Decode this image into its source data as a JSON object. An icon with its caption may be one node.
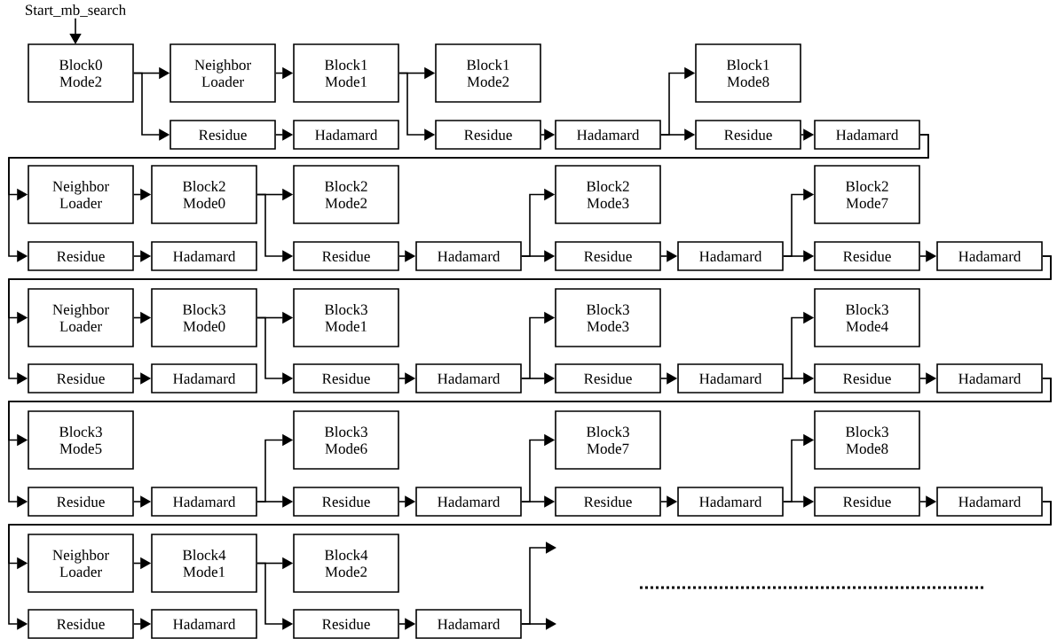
{
  "diagram": {
    "nodes": [
      {
        "text": [
          "Start_mb_search"
        ]
      },
      {
        "text": [
          "Block0 Mode2"
        ]
      },
      {
        "text": [
          "Neighbor Loader"
        ]
      },
      {
        "text": [
          "Block1 Mode1"
        ]
      },
      {
        "text": [
          "Block1 Mode2"
        ]
      },
      {
        "text": [
          "Block1 Mode8"
        ]
      },
      {
        "text": [
          "Residue"
        ]
      },
      {
        "text": [
          "Hadamard"
        ]
      },
      {
        "text": [
          "Residue"
        ]
      },
      {
        "text": [
          "Hadamard"
        ]
      },
      {
        "text": [
          "Residue"
        ]
      },
      {
        "text": [
          "Hadamard"
        ]
      },
      {
        "text": [
          "Neighbor Loader"
        ]
      },
      {
        "text": [
          "Block2 Mode0"
        ]
      },
      {
        "text": [
          "Block2 Mode2"
        ]
      },
      {
        "text": [
          "Block2 Mode3"
        ]
      },
      {
        "text": [
          "Block2 Mode7"
        ]
      },
      {
        "text": [
          "Residue"
        ]
      },
      {
        "text": [
          "Hadamard"
        ]
      },
      {
        "text": [
          "Residue"
        ]
      },
      {
        "text": [
          "Hadamard"
        ]
      },
      {
        "text": [
          "Residue"
        ]
      },
      {
        "text": [
          "Hadamard"
        ]
      },
      {
        "text": [
          "Residue"
        ]
      },
      {
        "text": [
          "Hadamard"
        ]
      },
      {
        "text": [
          "Neighbor Loader"
        ]
      },
      {
        "text": [
          "Block3 Mode0"
        ]
      },
      {
        "text": [
          "Block3 Mode1"
        ]
      },
      {
        "text": [
          "Block3 Mode3"
        ]
      },
      {
        "text": [
          "Block3 Mode4"
        ]
      },
      {
        "text": [
          "Residue"
        ]
      },
      {
        "text": [
          "Hadamard"
        ]
      },
      {
        "text": [
          "Residue"
        ]
      },
      {
        "text": [
          "Hadamard"
        ]
      },
      {
        "text": [
          "Residue"
        ]
      },
      {
        "text": [
          "Hadamard"
        ]
      },
      {
        "text": [
          "Residue"
        ]
      },
      {
        "text": [
          "Hadamard"
        ]
      },
      {
        "text": [
          "Block3 Mode5"
        ]
      },
      {
        "text": [
          "Block3 Mode6"
        ]
      },
      {
        "text": [
          "Block3 Mode7"
        ]
      },
      {
        "text": [
          "Block3 Mode8"
        ]
      },
      {
        "text": [
          "Residue"
        ]
      },
      {
        "text": [
          "Hadamard"
        ]
      },
      {
        "text": [
          "Residue"
        ]
      },
      {
        "text": [
          "Hadamard"
        ]
      },
      {
        "text": [
          "Residue"
        ]
      },
      {
        "text": [
          "Hadamard"
        ]
      },
      {
        "text": [
          "Residue"
        ]
      },
      {
        "text": [
          "Hadamard"
        ]
      },
      {
        "text": [
          "Neighbor Loader"
        ]
      },
      {
        "text": [
          "Block4 Mode1"
        ]
      },
      {
        "text": [
          "Block4 Mode2"
        ]
      },
      {
        "text": [
          "Residue"
        ]
      },
      {
        "text": [
          "Hadamard"
        ]
      },
      {
        "text": [
          "Residue"
        ]
      },
      {
        "text": [
          "Hadamard"
        ]
      }
    ],
    "edges": [
      {
        "from": 0,
        "to": 1,
        "arrow": "to"
      },
      {
        "from": 1,
        "to": 2,
        "arrow": "to"
      },
      {
        "from": 1,
        "to": 6,
        "arrow": "to"
      },
      {
        "from": 2,
        "to": 3,
        "arrow": "to"
      },
      {
        "from": 6,
        "to": 7,
        "arrow": "to"
      },
      {
        "from": 3,
        "to": 4,
        "arrow": "to"
      },
      {
        "from": 3,
        "to": 8,
        "arrow": "to"
      },
      {
        "from": 8,
        "to": 9,
        "arrow": "to"
      },
      {
        "from": 9,
        "to": 5,
        "arrow": "to"
      },
      {
        "from": 9,
        "to": 10,
        "arrow": "to"
      },
      {
        "from": 10,
        "to": 11,
        "arrow": "to"
      },
      {
        "from": 11,
        "to": 12,
        "arrow": "to"
      },
      {
        "from": 11,
        "to": 17,
        "arrow": "to"
      },
      {
        "from": 12,
        "to": 13,
        "arrow": "to"
      },
      {
        "from": 17,
        "to": 18,
        "arrow": "to"
      },
      {
        "from": 13,
        "to": 14,
        "arrow": "to"
      },
      {
        "from": 13,
        "to": 19,
        "arrow": "to"
      },
      {
        "from": 19,
        "to": 20,
        "arrow": "to"
      },
      {
        "from": 20,
        "to": 15,
        "arrow": "to"
      },
      {
        "from": 20,
        "to": 21,
        "arrow": "to"
      },
      {
        "from": 21,
        "to": 22,
        "arrow": "to"
      },
      {
        "from": 22,
        "to": 16,
        "arrow": "to"
      },
      {
        "from": 22,
        "to": 23,
        "arrow": "to"
      },
      {
        "from": 23,
        "to": 24,
        "arrow": "to"
      },
      {
        "from": 24,
        "to": 25,
        "arrow": "to"
      },
      {
        "from": 24,
        "to": 30,
        "arrow": "to"
      },
      {
        "from": 25,
        "to": 26,
        "arrow": "to"
      },
      {
        "from": 30,
        "to": 31,
        "arrow": "to"
      },
      {
        "from": 26,
        "to": 27,
        "arrow": "to"
      },
      {
        "from": 26,
        "to": 32,
        "arrow": "to"
      },
      {
        "from": 32,
        "to": 33,
        "arrow": "to"
      },
      {
        "from": 33,
        "to": 28,
        "arrow": "to"
      },
      {
        "from": 33,
        "to": 34,
        "arrow": "to"
      },
      {
        "from": 34,
        "to": 35,
        "arrow": "to"
      },
      {
        "from": 35,
        "to": 29,
        "arrow": "to"
      },
      {
        "from": 35,
        "to": 36,
        "arrow": "to"
      },
      {
        "from": 36,
        "to": 37,
        "arrow": "to"
      },
      {
        "from": 37,
        "to": 38,
        "arrow": "to"
      },
      {
        "from": 37,
        "to": 42,
        "arrow": "to"
      },
      {
        "from": 42,
        "to": 43,
        "arrow": "to"
      },
      {
        "from": 43,
        "to": 39,
        "arrow": "to"
      },
      {
        "from": 43,
        "to": 44,
        "arrow": "to"
      },
      {
        "from": 44,
        "to": 45,
        "arrow": "to"
      },
      {
        "from": 45,
        "to": 40,
        "arrow": "to"
      },
      {
        "from": 45,
        "to": 46,
        "arrow": "to"
      },
      {
        "from": 46,
        "to": 47,
        "arrow": "to"
      },
      {
        "from": 47,
        "to": 41,
        "arrow": "to"
      },
      {
        "from": 47,
        "to": 48,
        "arrow": "to"
      },
      {
        "from": 48,
        "to": 49,
        "arrow": "to"
      },
      {
        "from": 49,
        "to": 50,
        "arrow": "to"
      },
      {
        "from": 49,
        "to": 53,
        "arrow": "to"
      },
      {
        "from": 50,
        "to": 51,
        "arrow": "to"
      },
      {
        "from": 53,
        "to": 54,
        "arrow": "to"
      },
      {
        "from": 51,
        "to": 52,
        "arrow": "to"
      },
      {
        "from": 51,
        "to": 55,
        "arrow": "to"
      },
      {
        "from": 55,
        "to": 56,
        "arrow": "to"
      },
      {
        "from": 56,
        "to": null,
        "arrow": "to"
      },
      {
        "from": 56,
        "to": null,
        "arrow": "to"
      }
    ]
  }
}
